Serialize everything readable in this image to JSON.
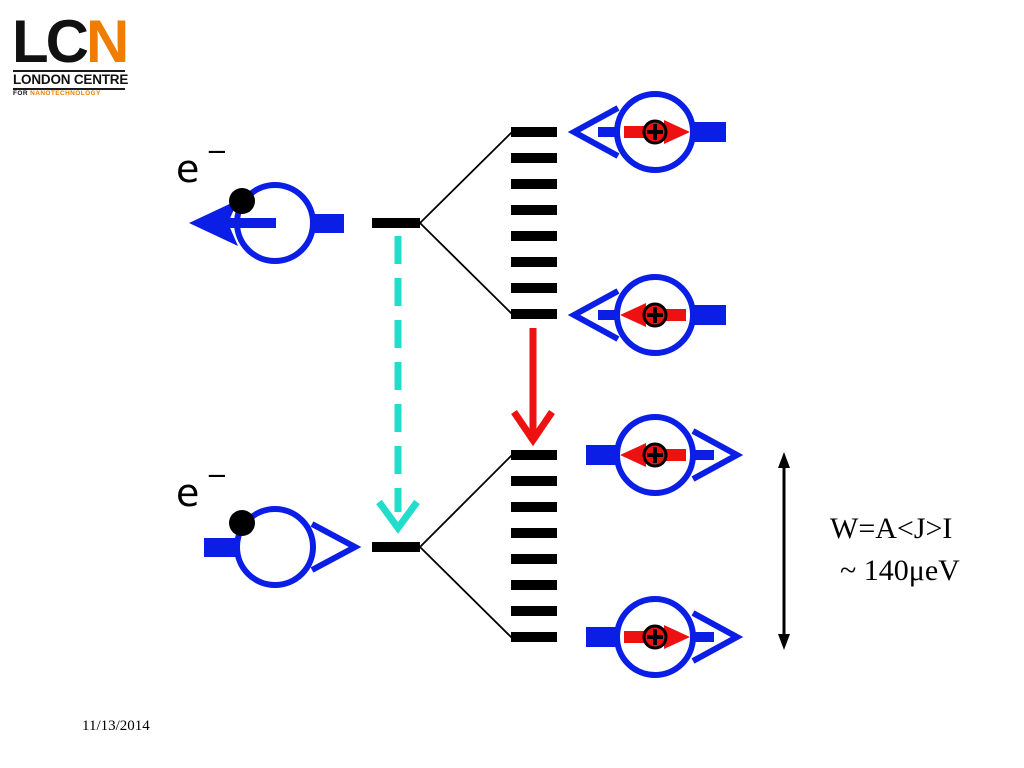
{
  "logo": {
    "lc": "LC",
    "n": "N",
    "line2": "LONDON CENTRE",
    "line3_for": "FOR",
    "line3_nano": "NANOTECHNOLOGY"
  },
  "diagram": {
    "electron_symbol": "e",
    "electron_sup": "−",
    "colors": {
      "blue": "#0a1ee6",
      "red": "#ee1111",
      "cyan": "#22ddcc",
      "black": "#000000"
    }
  },
  "formula": {
    "line1": "W=A<J>I",
    "line2": "~ 140μeV"
  },
  "date": "11/13/2014"
}
